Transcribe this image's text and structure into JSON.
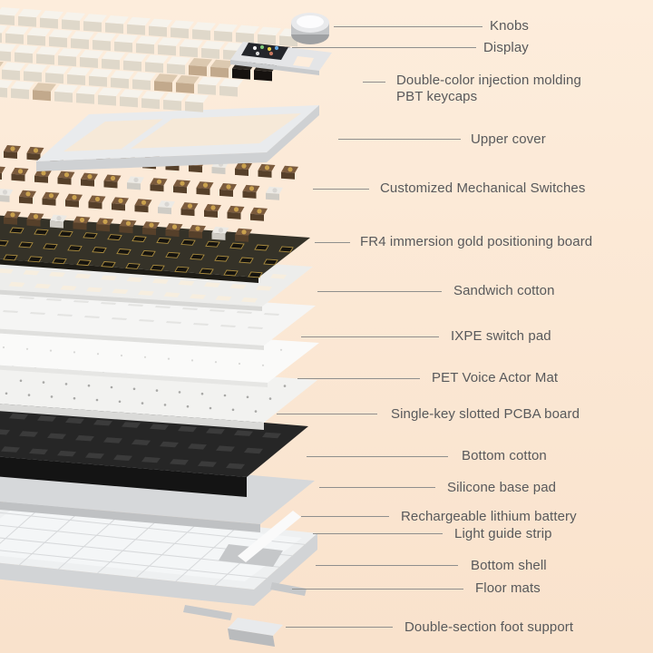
{
  "diagram_title": "Keyboard exploded view with part labels",
  "labels": [
    {
      "id": "knobs",
      "text": "Knobs"
    },
    {
      "id": "display",
      "text": "Display"
    },
    {
      "id": "keycaps",
      "text": "Double-color injection molding PBT keycaps"
    },
    {
      "id": "upper-cover",
      "text": "Upper cover"
    },
    {
      "id": "switches",
      "text": "Customized Mechanical Switches"
    },
    {
      "id": "fr4-board",
      "text": "FR4 immersion gold positioning board"
    },
    {
      "id": "sandwich-cotton",
      "text": "Sandwich cotton"
    },
    {
      "id": "ixpe-pad",
      "text": "IXPE switch pad"
    },
    {
      "id": "pet-mat",
      "text": "PET Voice Actor Mat"
    },
    {
      "id": "pcba-board",
      "text": "Single-key slotted PCBA board"
    },
    {
      "id": "bottom-cotton",
      "text": "Bottom cotton"
    },
    {
      "id": "silicone-pad",
      "text": "Silicone base pad"
    },
    {
      "id": "battery",
      "text": "Rechargeable lithium battery"
    },
    {
      "id": "light-guide",
      "text": "Light guide strip"
    },
    {
      "id": "bottom-shell",
      "text": "Bottom shell"
    },
    {
      "id": "floor-mats",
      "text": "Floor mats"
    },
    {
      "id": "foot-support",
      "text": "Double-section foot support"
    }
  ],
  "display_icons": [
    "#f2f2f2",
    "#7dc97b",
    "#e6d04a",
    "#64a7e3",
    "#d9d9d9",
    "#c9775f"
  ],
  "colors": {
    "background_top": "#fdeddc",
    "background_bottom": "#f9e2cc",
    "label_text": "#58595b",
    "leader_line": "#8f8f8d",
    "keycap_white": "#f6f3ec",
    "keycap_white_front": "#dfd8ca",
    "keycap_tan": "#dcc9b0",
    "keycap_tan_front": "#c2a98c",
    "keycap_black": "#2c2722",
    "keycap_black_front": "#16120f",
    "switch_brown": "#7b5b3e",
    "switch_brown_front": "#56402a",
    "switch_white": "#eceae5",
    "switch_white_front": "#cfccc5",
    "switch_stem": "#c9a14e",
    "switch_stem_white": "#d8d6d2",
    "cover": "#e9ebed",
    "cover_side": "#cfd1d3",
    "cover_inner": "#f6e9d8",
    "fr4": "#353228",
    "fr4_side": "#1f1d17",
    "fr4_hole": "#16140f",
    "fr4_hole_rim": "#a98b3f",
    "cotton": "#ededeb",
    "cotton_side": "#d8d8d6",
    "cotton_slot": "#f7eedf",
    "ixpe": "#f5f5f4",
    "ixpe_side": "#e0e0de",
    "ixpe_mark": "#e4e4e2",
    "pet": "#fafaf9",
    "pet_side": "#e6e6e4",
    "pet_dot": "#d8d8d6",
    "pcba": "#f2f2f0",
    "pcba_side": "#dadad8",
    "pcba_dot": "#a8a8a6",
    "bottom_cotton": "#262626",
    "bottom_cotton_side": "#141414",
    "bottom_cotton_slot": "#3b3b3b",
    "silicone": "#d6d8da",
    "silicone_side": "#bfc1c3",
    "shell": "#eef0f1",
    "shell_side": "#d2d4d6",
    "shell_inner": "#f4f6f7",
    "shell_rib": "#d7d9db",
    "battery": "#c5c7c9",
    "light_guide": "#fafafa",
    "floor_mat": "#c6c8ca",
    "foot_top": "#e8eaec",
    "foot_side": "#b9bbbd",
    "display_plate": "#e4e5e7",
    "display_plate_side": "#c9cbcd",
    "display_screen": "#24262b",
    "knob_bottom": "#9fa1a3",
    "knob_wall": "#c3c5c7",
    "knob_top": "#e9eaec",
    "knob_face": "#fcfcfd"
  }
}
